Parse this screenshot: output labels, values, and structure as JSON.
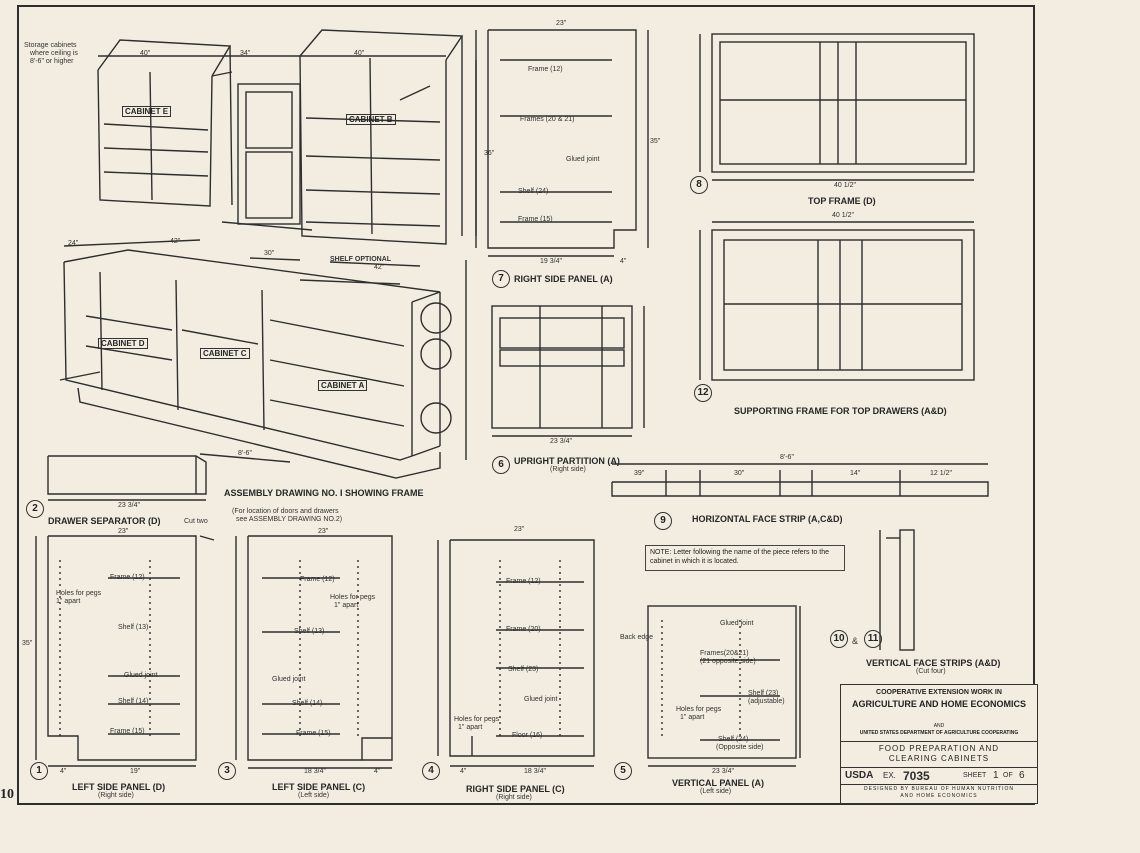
{
  "page_number": "10",
  "drawings": {
    "assembly": {
      "title": "ASSEMBLY DRAWING NO. I SHOWING FRAME",
      "subtitle1": "(For location of doors and drawers",
      "subtitle2": "see ASSEMBLY DRAWING NO.2)",
      "storage_note1": "Storage cabinets",
      "storage_note2": "where ceiling is",
      "storage_note3": "8'-6\" or higher",
      "cabinet_e": "CABINET E",
      "cabinet_b": "CABINET B",
      "cabinet_d": "CABINET D",
      "cabinet_c": "CABINET C",
      "cabinet_a": "CABINET A",
      "shelf_optional": "SHELF OPTIONAL",
      "dim_40a": "40\"",
      "dim_34": "34\"",
      "dim_40b": "40\"",
      "dim_24": "24\"",
      "dim_42a": "42\"",
      "dim_30": "30\"",
      "dim_42b": "42\"",
      "dim_36": "36\"",
      "dim_8ft": "8'-6\""
    },
    "d1": {
      "number": "1",
      "title": "LEFT SIDE PANEL (D)",
      "subtitle": "(Right side)"
    },
    "d2": {
      "number": "2",
      "title": "DRAWER SEPARATOR (D)",
      "subtitle": "Cut two"
    },
    "d3": {
      "number": "3",
      "title": "LEFT SIDE PANEL (C)",
      "subtitle": "(Left side)"
    },
    "d4": {
      "number": "4",
      "title": "RIGHT SIDE PANEL (C)",
      "subtitle": "(Right side)"
    },
    "d5": {
      "number": "5",
      "title": "VERTICAL PANEL (A)",
      "subtitle": "(Left side)"
    },
    "d6": {
      "number": "6",
      "title": "UPRIGHT PARTITION (A)",
      "subtitle": "(Right side)"
    },
    "d7": {
      "number": "7",
      "title": "RIGHT SIDE PANEL (A)"
    },
    "d8": {
      "number": "8",
      "title": "TOP FRAME (D)"
    },
    "d9": {
      "number": "9",
      "title": "HORIZONTAL FACE STRIP (A,C&D)"
    },
    "d10": {
      "number_a": "10",
      "amp": "&",
      "number_b": "11",
      "title": "VERTICAL FACE STRIPS (A&D)",
      "subtitle": "(Cut four)"
    },
    "d12": {
      "number": "12",
      "title": "SUPPORTING FRAME FOR TOP DRAWERS (A&D)"
    }
  },
  "part_labels": {
    "frame12": "Frame (12)",
    "frames2021": "Frames (20 & 21)",
    "glued_joint": "Glued joint",
    "shelf24": "Shelf (24)",
    "frame15": "Frame (15)",
    "shelf13": "Shelf (13)",
    "shelf14": "Shelf (14)",
    "holes_pegs": "Holes for pegs",
    "one_apart": "1\" apart",
    "frame20": "Frame (20)",
    "shelf23": "Shelf (23)",
    "floor16": "Floor (16)",
    "frames2082": "Frames(20&21)",
    "opposite_side": "(21 opposite side)",
    "shelf23adj": "Shelf (23)",
    "adjustable": "(adjustable)",
    "shelf24b": "Shelf (24)",
    "opposite2": "(Opposite side)",
    "back_edge": "Back edge"
  },
  "dims": {
    "p1_w": "23\"",
    "p1_h": "35\"",
    "p1_b": "19\"",
    "p1_4": "4\"",
    "p2_w": "23 3/4\"",
    "p3_w": "23\"",
    "p3_b": "18 3/4\"",
    "p3_4": "4\"",
    "p4_w": "23\"",
    "p4_b": "18 3/4\"",
    "p4_4": "4\"",
    "p5_b": "23 3/4\"",
    "p6_b": "23 3/4\"",
    "p7_w": "23\"",
    "p7_h": "35\"",
    "p7_b": "19 3/4\"",
    "p7_4": "4\"",
    "p8_w": "40 1/2\"",
    "p12_w": "40 1/2\"",
    "p9_total": "8'-6\"",
    "p9_39": "39\"",
    "p9_30": "30\"",
    "p9_14": "14\"",
    "p9_12": "12 1/2\""
  },
  "note": "NOTE: Letter following the name of the piece refers to the cabinet in which it is located.",
  "title_block": {
    "line1": "COOPERATIVE EXTENSION WORK IN",
    "line2": "AGRICULTURE AND HOME ECONOMICS",
    "line3": "AND",
    "line4": "UNITED STATES DEPARTMENT OF AGRICULTURE COOPERATING",
    "line5": "FOOD PREPARATION AND",
    "line6": "CLEARING CABINETS",
    "code": "USDA",
    "ex_label": "EX.",
    "ex_number": "7035",
    "sheet_label": "SHEET",
    "sheet_num": "1",
    "of_label": "OF",
    "of_num": "6",
    "designed1": "DESIGNED BY BUREAU OF HUMAN NUTRITION",
    "designed2": "AND HOME ECONOMICS"
  },
  "colors": {
    "paper": "#f3ede1",
    "ink": "#2e2e2e"
  }
}
